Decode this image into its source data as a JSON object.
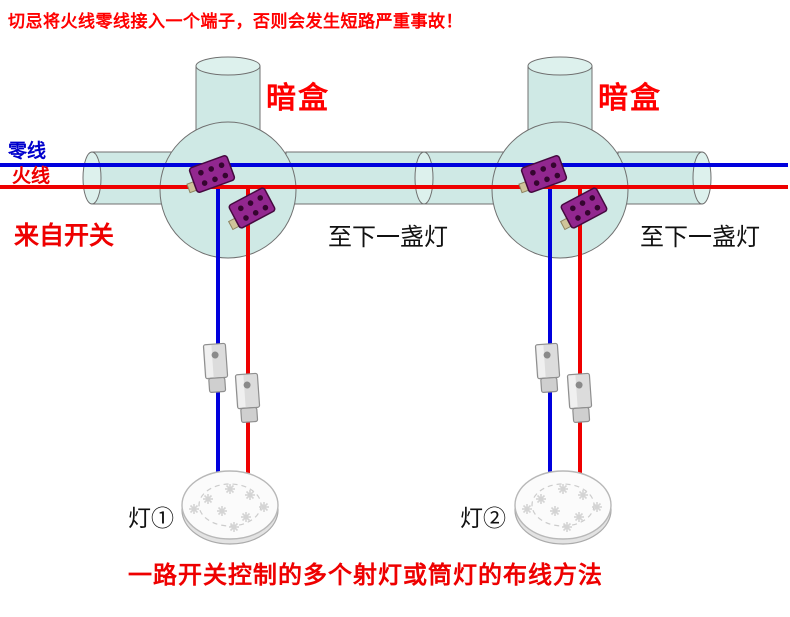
{
  "warning": "切忌将火线零线接入一个端子，否则会发生短路严重事故！",
  "title": "一路开关控制的多个射灯或筒灯的布线方法",
  "wire_labels": {
    "neutral": "零线",
    "live": "火线"
  },
  "annotations": {
    "from_switch": "来自开关",
    "junction_box_1": "暗盒",
    "junction_box_2": "暗盒",
    "to_next_lamp_1": "至下一盏灯",
    "to_next_lamp_2": "至下一盏灯",
    "lamp_1": "灯①",
    "lamp_2": "灯②"
  },
  "components": {
    "junction_boxes": [
      {
        "label": "暗盒",
        "purple_terminal_connectors": 2
      },
      {
        "label": "暗盒",
        "purple_terminal_connectors": 2
      }
    ],
    "lamps": [
      {
        "label": "灯①"
      },
      {
        "label": "灯②"
      }
    ],
    "inline_gray_connectors_per_lamp": 2,
    "wires": [
      {
        "name": "零线",
        "color": "#0000dd"
      },
      {
        "name": "火线",
        "color": "#ee0000"
      }
    ]
  },
  "colors": {
    "neutral_wire": "#0000dd",
    "live_wire": "#ee0000",
    "warning_text": "#ff0000",
    "box_fill": "#cfe9e5",
    "box_cap_fill": "#ddf1ed",
    "connector_purple": "#92278f"
  }
}
